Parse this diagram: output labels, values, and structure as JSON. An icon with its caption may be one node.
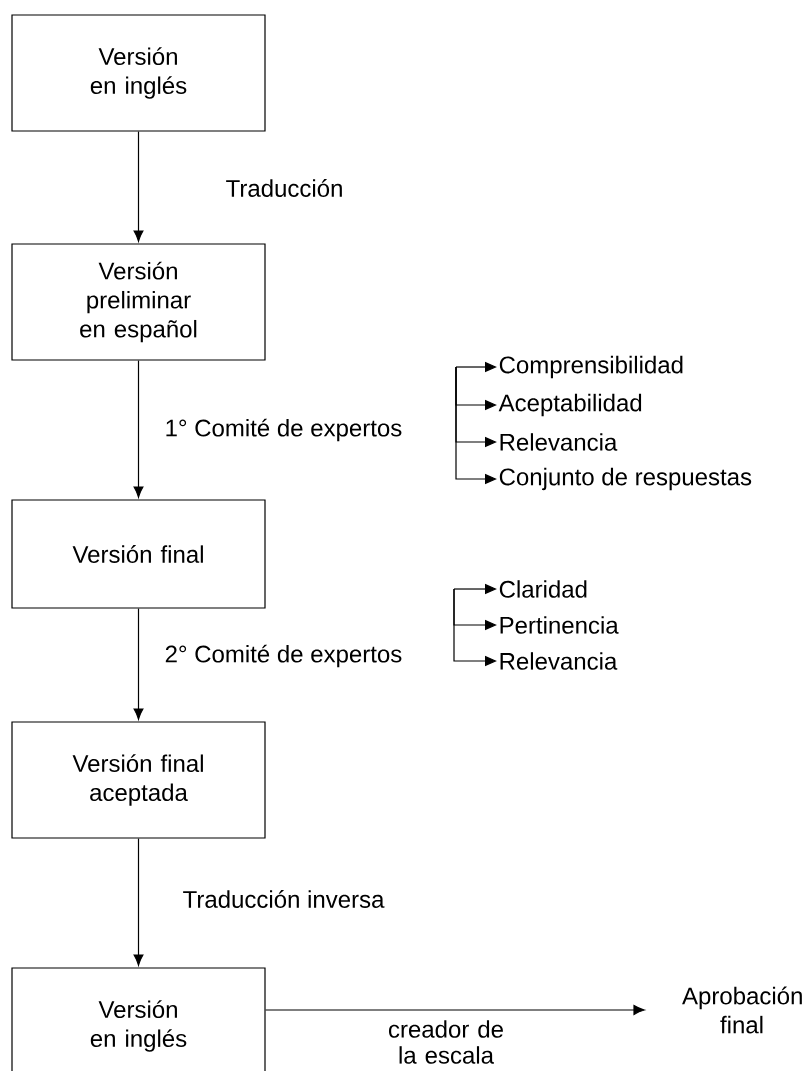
{
  "diagram": {
    "nodes": [
      {
        "text": [
          "Versión en inglés"
        ]
      },
      {
        "text": [
          "Versión preliminar en español"
        ]
      },
      {
        "text": [
          "Versión final"
        ]
      },
      {
        "text": [
          "Versión final aceptada"
        ]
      },
      {
        "text": [
          "Versión en inglés"
        ]
      },
      {
        "text": [
          "Aprobación final"
        ]
      },
      {
        "text": [
          "Comprensibilidad"
        ]
      },
      {
        "text": [
          "Aceptabilidad"
        ]
      },
      {
        "text": [
          "Relevancia"
        ]
      },
      {
        "text": [
          "Conjunto de respuestas"
        ]
      },
      {
        "text": [
          "Claridad"
        ]
      },
      {
        "text": [
          "Pertinencia"
        ]
      },
      {
        "text": [
          "Relevancia"
        ]
      }
    ],
    "edges": [
      {
        "from": 0,
        "to": 1,
        "arrow": "to",
        "label": "Traducción"
      },
      {
        "from": 1,
        "to": 2,
        "arrow": "to",
        "label": "1° Comité de expertos"
      },
      {
        "from": 2,
        "to": 3,
        "arrow": "to",
        "label": "2° Comité de expertos"
      },
      {
        "from": 3,
        "to": 4,
        "arrow": "to",
        "label": "Traducción inversa"
      },
      {
        "from": 4,
        "to": 5,
        "arrow": "to",
        "label": "creador de la escala"
      },
      {
        "from": null,
        "to": 6,
        "arrow": "to"
      },
      {
        "from": null,
        "to": 7,
        "arrow": "to"
      },
      {
        "from": null,
        "to": 8,
        "arrow": "to"
      },
      {
        "from": null,
        "to": 9,
        "arrow": "to"
      },
      {
        "from": null,
        "to": 10,
        "arrow": "to"
      },
      {
        "from": null,
        "to": 11,
        "arrow": "to"
      },
      {
        "from": null,
        "to": 12,
        "arrow": "to"
      }
    ]
  }
}
